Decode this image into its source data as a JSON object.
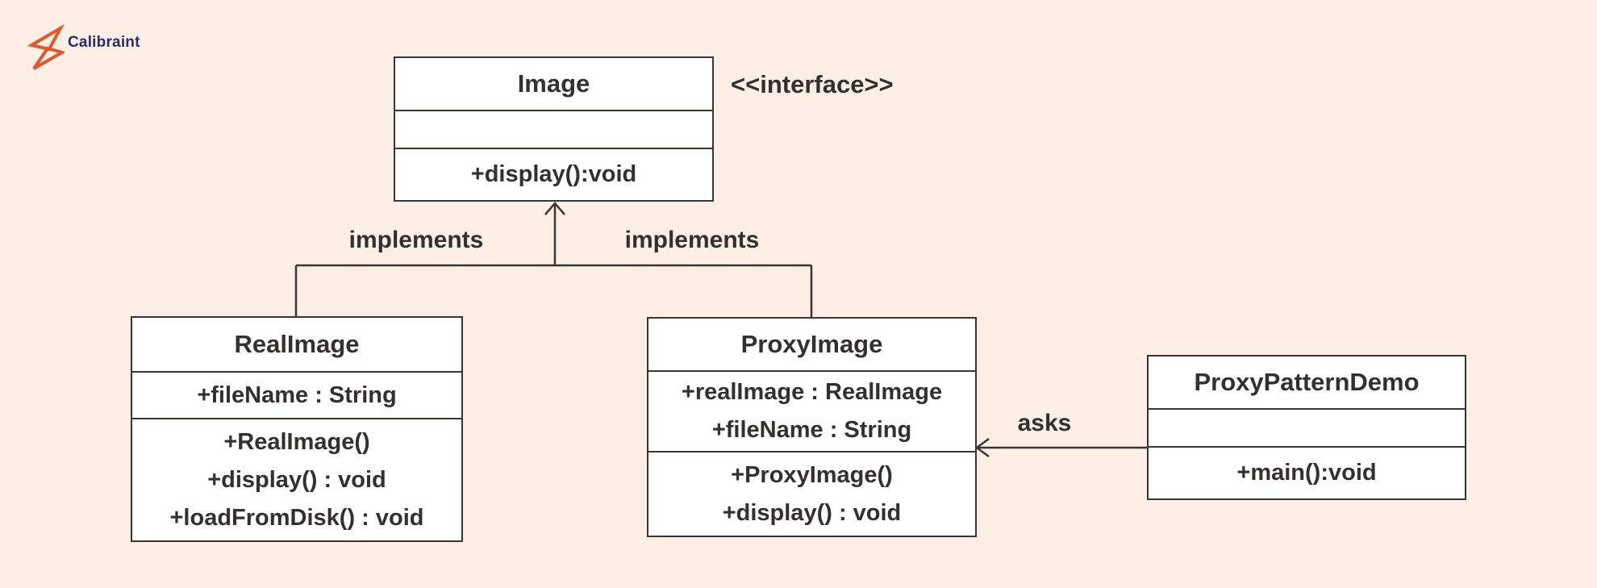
{
  "canvas": {
    "background_color": "#fdefe5",
    "line_color": "#3a3530",
    "text_color": "#33302d"
  },
  "brand": {
    "name": "Calibraint",
    "name_color": "#292d69",
    "mark_color": "#e2582e",
    "mark_icon": "calibraint-zigzag-logo"
  },
  "diagram": {
    "interface_stereotype": "<<interface>>",
    "relationship_labels": {
      "implements_left": "implements",
      "implements_right": "implements",
      "asks": "asks"
    },
    "classes": {
      "image": {
        "title": "Image",
        "attributes": [],
        "methods": [
          "+display():void"
        ]
      },
      "real_image": {
        "title": "RealImage",
        "attributes": [
          "+fileName : String"
        ],
        "methods": [
          "+RealImage()",
          "+display() : void",
          "+loadFromDisk() : void"
        ]
      },
      "proxy_image": {
        "title": "ProxyImage",
        "attributes": [
          "+realImage : RealImage",
          "+fileName : String"
        ],
        "methods": [
          "+ProxyImage()",
          "+display() : void"
        ]
      },
      "proxy_pattern_demo": {
        "title": "ProxyPatternDemo",
        "attributes": [],
        "methods": [
          "+main():void"
        ]
      }
    }
  }
}
